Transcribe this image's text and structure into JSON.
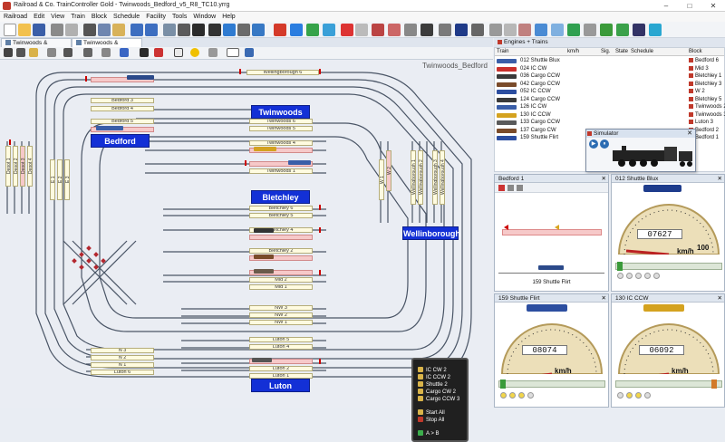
{
  "window": {
    "title": "Railroad & Co. TrainController Gold - Twinwoods_Bedford_v5_R8_TC10.yrrg",
    "min": "–",
    "max": "□",
    "close": "✕"
  },
  "menu": [
    "Railroad",
    "Edit",
    "View",
    "Train",
    "Block",
    "Schedule",
    "Facility",
    "Tools",
    "Window",
    "Help"
  ],
  "tabs": [
    {
      "label": "Twinwoods & Bedford",
      "active": false
    },
    {
      "label": "Twinwoods & Bedford",
      "active": true
    }
  ],
  "layout_name": "Twinwoods_Bedford",
  "stations": {
    "bedford": "Bedford",
    "twinwoods": "Twinwoods",
    "bletchley": "Bletchley",
    "wellinborough": "Wellinborough",
    "luton": "Luton"
  },
  "blocks": {
    "wellingborough6": "Wellingborough 6",
    "bedford3": "Bedford 3",
    "bedford4": "Bedford 4",
    "bedford5": "Bedford 5",
    "twinwoods6": "Twinwoods 6",
    "twinwoods5": "Twinwoods 5",
    "twinwoods4": "Twinwoods 4",
    "twinwoods1": "Twinwoods 1",
    "bletchley6": "Bletchley 6",
    "bletchley5": "Bletchley 5",
    "bletchley4": "Bletchley 4",
    "bletchley2": "Bletchley 2",
    "mid2": "Mid 2",
    "mid1": "Mid 1",
    "nw3": "NW 3",
    "nw2": "NW 2",
    "nw1": "NW 1",
    "luton5": "Luton 5",
    "luton4": "Luton 4",
    "luton2": "Luton 2",
    "luton1": "Luton 1",
    "n3": "N 3",
    "n2": "N 2",
    "n1": "N 1",
    "luton6": "Luton 6",
    "depot1": "Depot 1",
    "depot2": "Depot 2",
    "depot3": "Depot 3",
    "depot4": "Depot 4",
    "e1": "E 1",
    "e2": "E 2",
    "e3": "E 3",
    "w1": "W 1",
    "w2": "W 2",
    "wb1": "Wellingborough 1",
    "wb2": "Wellingborough 2",
    "wb3": "Wellingborough 3",
    "wb4": "Wellingborough 4"
  },
  "control_panel": [
    {
      "label": "IC CW 2",
      "color": "yellow"
    },
    {
      "label": "IC CCW 2",
      "color": "yellow"
    },
    {
      "label": "Shuttle 2",
      "color": "yellow"
    },
    {
      "label": "Cargo CW 2",
      "color": "yellow"
    },
    {
      "label": "Cargo CCW 3",
      "color": "yellow"
    },
    {
      "label": "Start All",
      "color": "yellow"
    },
    {
      "label": "Stop All",
      "color": "red"
    },
    {
      "label": "A > B",
      "color": "green"
    }
  ],
  "engines_panel": {
    "title": "Engines + Trains",
    "columns": [
      "Train",
      "",
      "km/h",
      "Sig.",
      "State",
      "Schedule",
      "Block"
    ],
    "rows": [
      {
        "name": "012 Shuttle Blux",
        "block": "Bedford 6",
        "color": "#3a5ea8"
      },
      {
        "name": "024 IC CW",
        "block": "Mid 3",
        "color": "#c9302c"
      },
      {
        "name": "036 Cargo CCW",
        "block": "Bletchley 1",
        "color": "#3a3a3a"
      },
      {
        "name": "042 Cargo CCW",
        "block": "Bletchley 3",
        "color": "#7a4b2a"
      },
      {
        "name": "052 IC CCW",
        "block": "W 2",
        "color": "#2c4ea0"
      },
      {
        "name": "124 Cargo CCW",
        "block": "Bletchley 5",
        "color": "#3a3a3a"
      },
      {
        "name": "126 IC CW",
        "block": "Twinwoods 2",
        "color": "#3a5ea8"
      },
      {
        "name": "130 IC CCW",
        "block": "Twinwoods 3",
        "color": "#d4a21f"
      },
      {
        "name": "133 Cargo CCW",
        "block": "Luton 3",
        "color": "#5a5a5a"
      },
      {
        "name": "137 Cargo CW",
        "block": "Bedford 2",
        "color": "#7a4b2a"
      },
      {
        "name": "159 Shuttle Flirt",
        "block": "Bedford 1",
        "color": "#2c4ea0"
      }
    ]
  },
  "simulator": {
    "title": "Simulator",
    "play": "▶",
    "pause": "⏸"
  },
  "block_window": {
    "title": "Bedford 1",
    "train_label": "159 Shuttle Flirt"
  },
  "gauges": [
    {
      "title": "012 Shuttle Blux",
      "digits": "07627",
      "unit": "km/h",
      "max_label": "100",
      "min_label": "0"
    },
    {
      "title": "159 Shuttle Flirt",
      "digits": "08074",
      "unit": "km/h"
    },
    {
      "title": "130 IC CCW",
      "digits": "06092",
      "unit": "km/h"
    }
  ]
}
